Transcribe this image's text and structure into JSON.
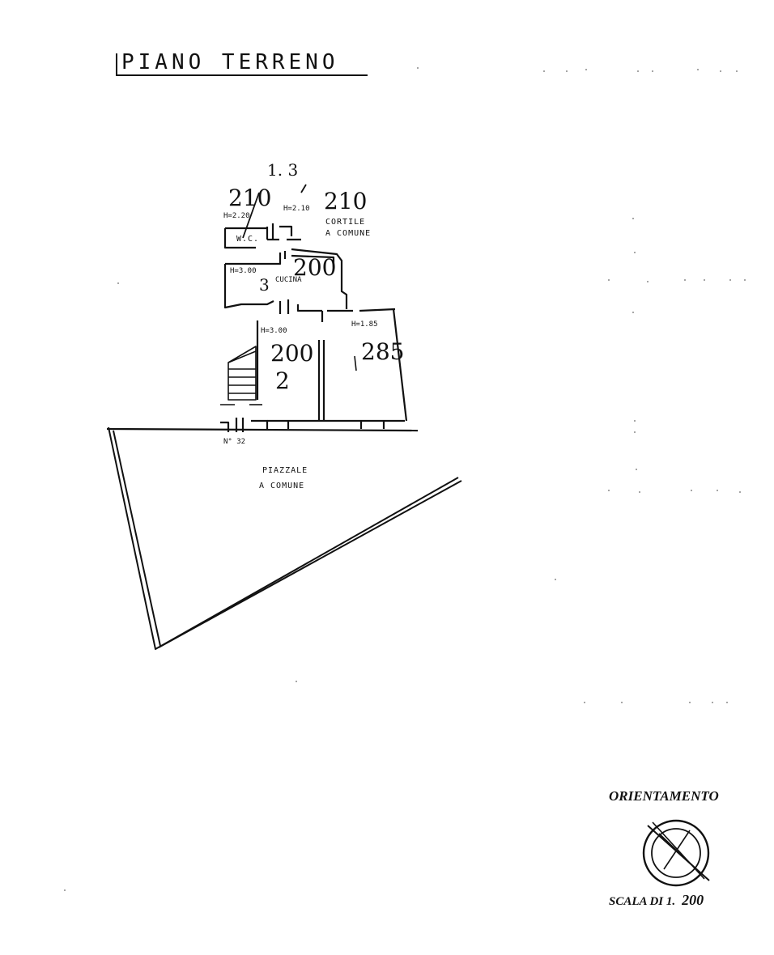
{
  "title": "PIANO TERRENO",
  "rooms": {
    "wc": "W.C.",
    "cucina": "CUCINA",
    "cortile_line1": "CORTILE",
    "cortile_line2": "A COMUNE",
    "piazzale_line1": "PIAZZALE",
    "piazzale_line2": "A COMUNE"
  },
  "heights": {
    "wc": "H=2.20",
    "corridor": "H=2.10",
    "cucina": "H=3.00",
    "room2": "H=3.00",
    "room_right": "H=1.85"
  },
  "handwritten": {
    "top": "1. 3",
    "n210_left": "210",
    "n210_right": "210",
    "n200_top": "200",
    "n3": "3",
    "n200_mid": "200",
    "n2": "2",
    "n285": "285"
  },
  "civic_number": "N° 32",
  "orientation_label": "ORIENTAMENTO",
  "scale": {
    "label": "SCALA DI 1.",
    "value": "200"
  },
  "icons": [
    "compass-icon"
  ]
}
